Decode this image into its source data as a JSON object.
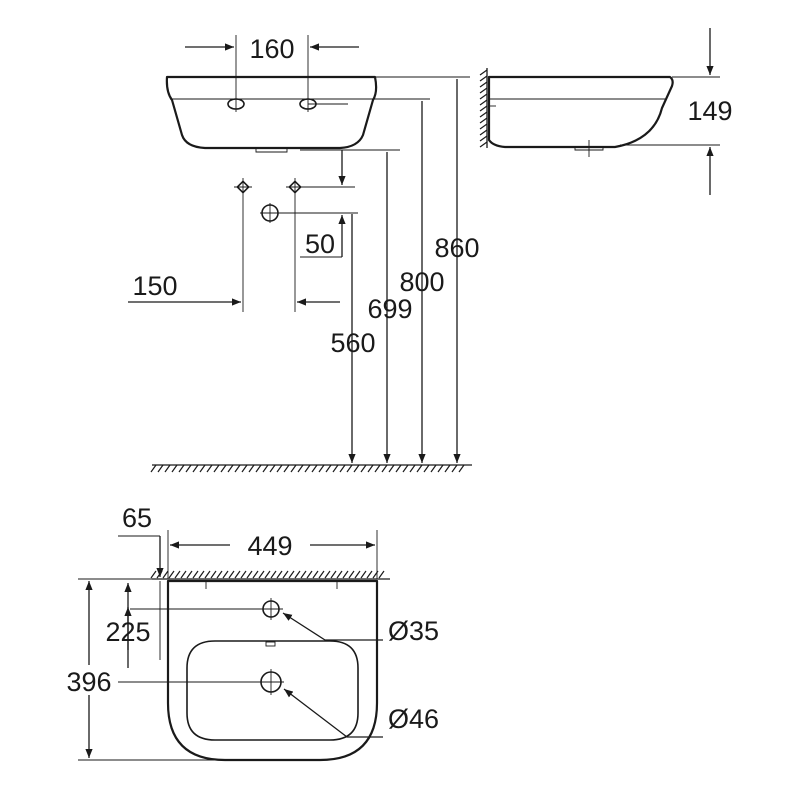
{
  "front_view": {
    "tap_hole_spacing": "160",
    "height_860": "860",
    "height_800": "800",
    "height_699": "699",
    "height_560": "560",
    "offset_50": "50",
    "fixing_spacing_150": "150"
  },
  "side_view": {
    "depth_149": "149"
  },
  "top_view": {
    "wall_offset_65": "65",
    "width_449": "449",
    "projection_225": "225",
    "projection_396": "396",
    "tap_hole_dia": "Ø35",
    "waste_hole_dia": "Ø46"
  },
  "colors": {
    "line": "#1a1a1a",
    "background": "#ffffff"
  }
}
